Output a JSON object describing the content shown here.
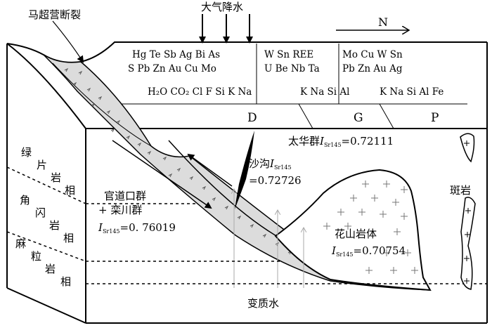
{
  "labels": {
    "fault": "马超营断裂",
    "precipitation": "大气降水",
    "north": "N",
    "metamorphic_water": "变质水",
    "porphyry": "斑岩",
    "greenschist": [
      "绿",
      "片",
      "岩",
      "相"
    ],
    "amphibolite": [
      "角",
      "闪",
      "岩",
      "相"
    ],
    "granulite": [
      "麻",
      "粒",
      "岩",
      "相"
    ]
  },
  "elements": {
    "D_row1": "Hg Te Sb Ag Bi As",
    "D_row2": "S Pb Zn Au Cu Mo",
    "G_row1": "W Sn REE",
    "G_row2": "U Be Nb Ta",
    "P_row1": "Mo Cu W Sn",
    "P_row2": "Pb Zn Au Ag",
    "volatiles": "H₂O CO₂ Cl F Si K Na",
    "G_row3": "K Na Si Al",
    "P_row3": "K Na Si Al Fe"
  },
  "zones": {
    "D": "D",
    "G": "G",
    "P": "P"
  },
  "units": {
    "taihua": {
      "name": "太华群",
      "I": "I",
      "sub": "Sr145",
      "value": "=0.72111"
    },
    "shagou": {
      "name": "沙沟",
      "I": "I",
      "sub": "Sr145",
      "value": "=0.72726"
    },
    "guandaokou": {
      "name1": "官道口群",
      "name2": "+ 栾川群",
      "I": "I",
      "sub": "Sr145",
      "value": "=0. 76019"
    },
    "huashan": {
      "name": "花山岩体",
      "I": "I",
      "sub": "Sr145",
      "value": "=0.70754"
    }
  },
  "colors": {
    "line": "#000000",
    "fault_zone_fill": "#dcdcdc",
    "fluid_arrow": "#aaaaaa"
  }
}
